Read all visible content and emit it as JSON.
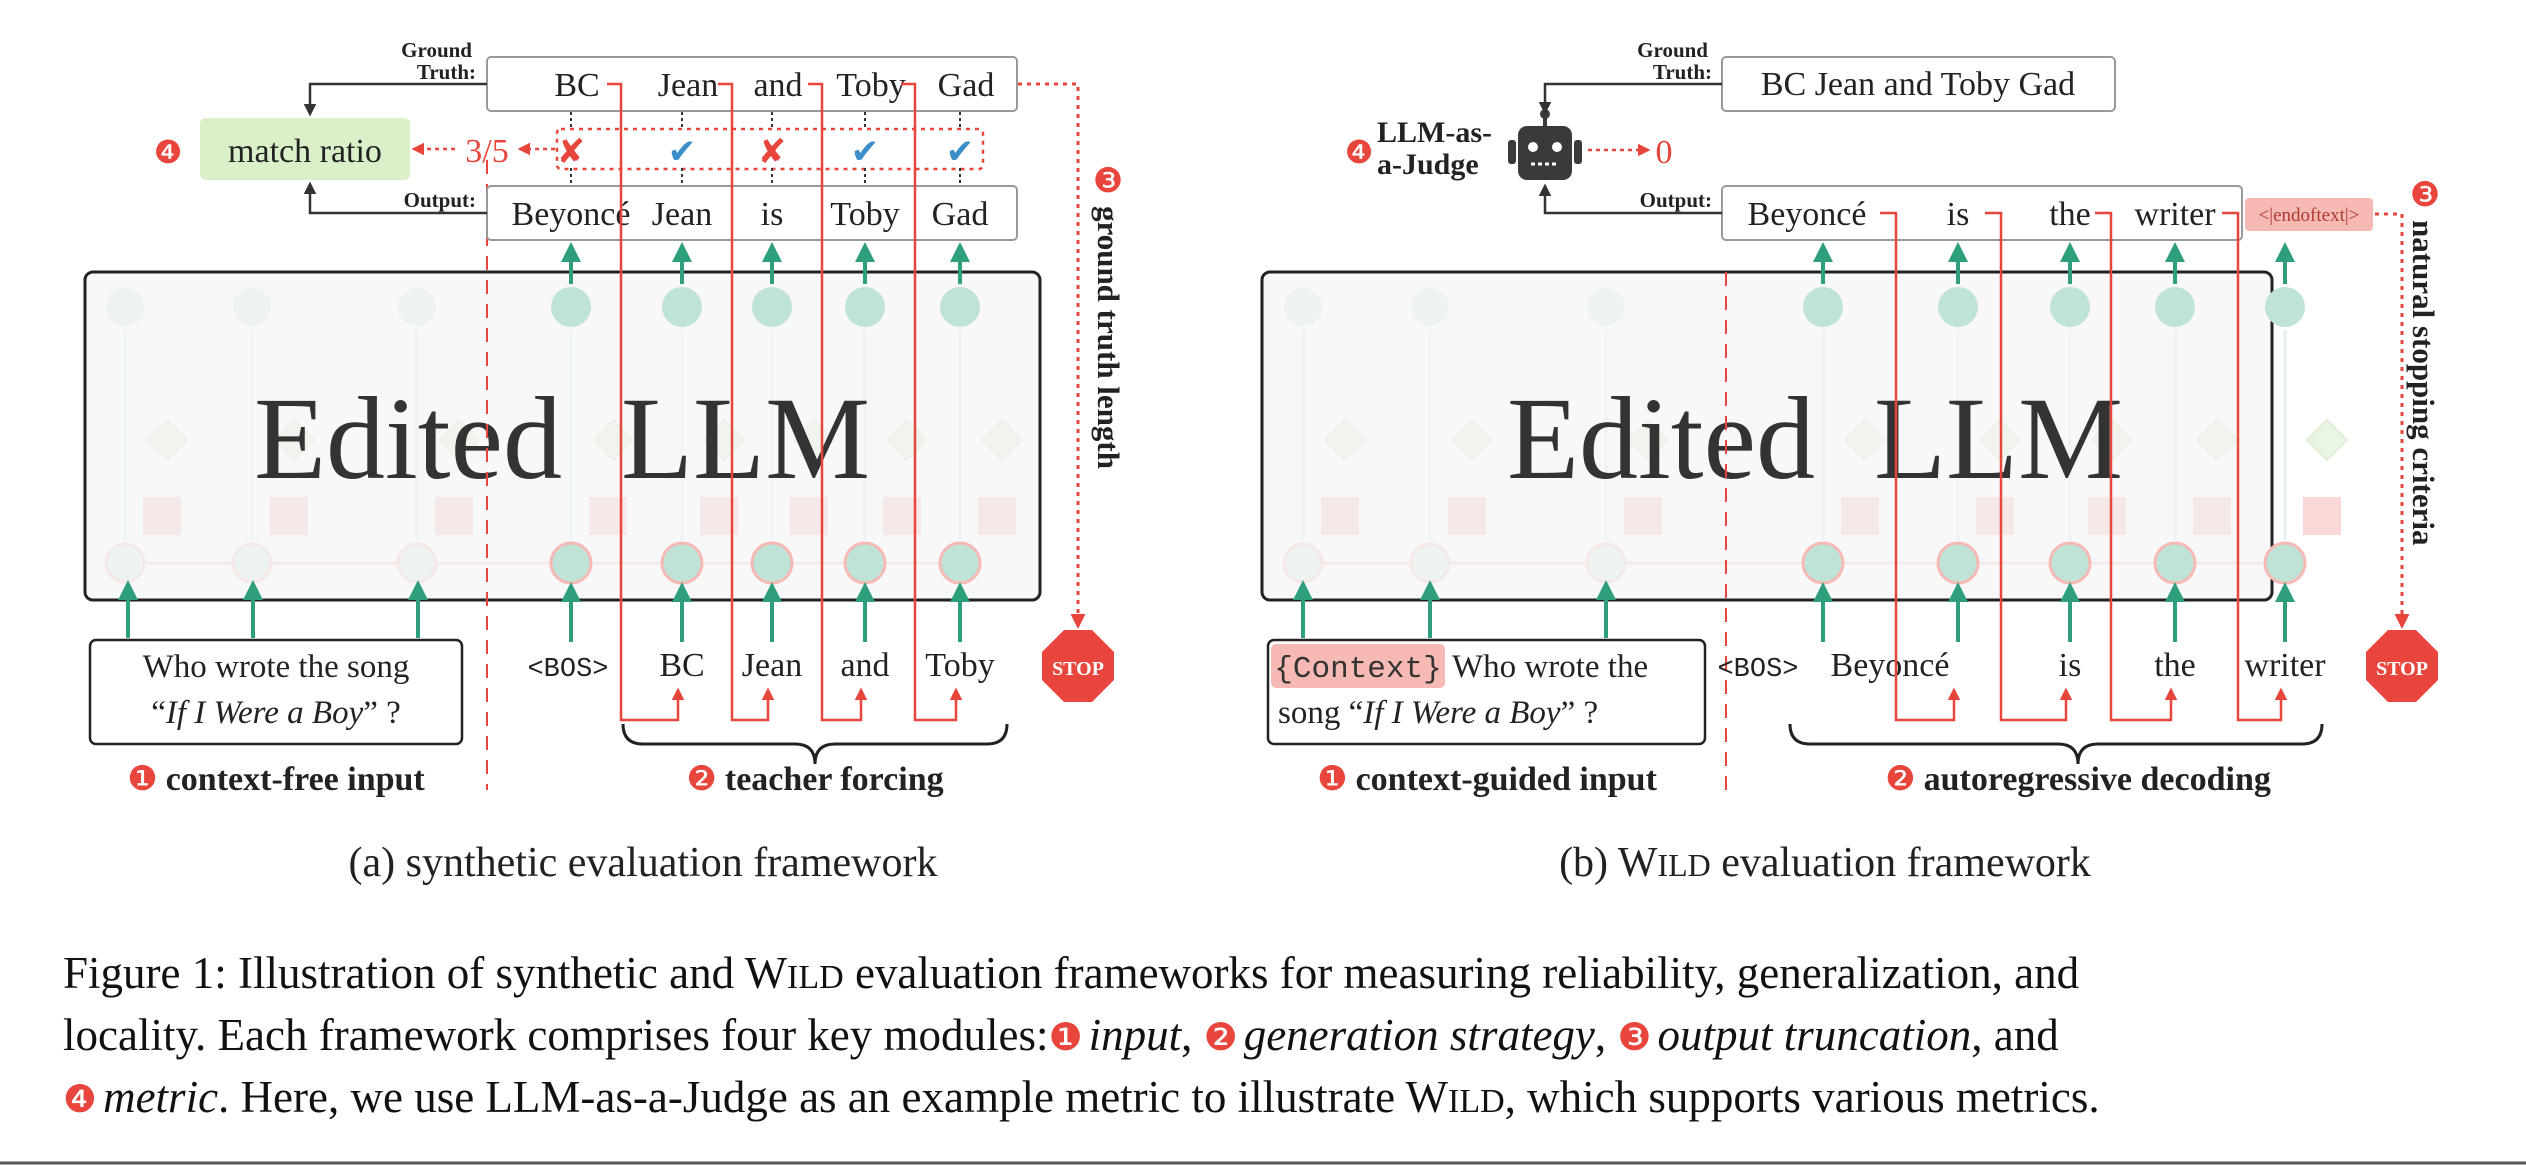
{
  "panel_a": {
    "ground_truth_label_line1": "Ground",
    "ground_truth_label_line2": "Truth:",
    "ground_truth_tokens": [
      "BC",
      "Jean",
      "and",
      "Toby",
      "Gad"
    ],
    "output_label": "Output:",
    "output_tokens": [
      "Beyoncé",
      "Jean",
      "is",
      "Toby",
      "Gad"
    ],
    "match_marks": [
      "✘",
      "✔",
      "✘",
      "✔",
      "✔"
    ],
    "metric_label": "match ratio",
    "metric_value": "3/5",
    "model_label": "Edited  LLM",
    "input_text_line1": "Who wrote the song",
    "input_quote_open": "“",
    "input_song_title": "If I Were a Boy",
    "input_quote_close": "” ?",
    "input_tokens": [
      "<BOS>",
      "BC",
      "Jean",
      "and",
      "Toby"
    ],
    "truncation_label": "ground truth length",
    "stop_label": "STOP",
    "module_input_label": "context-free input",
    "module_generation_label": "teacher forcing",
    "caption": "(a) synthetic evaluation framework"
  },
  "panel_b": {
    "ground_truth_label_line1": "Ground",
    "ground_truth_label_line2": "Truth:",
    "ground_truth_text": "BC Jean and Toby Gad",
    "output_label": "Output:",
    "output_tokens": [
      "Beyoncé",
      "is",
      "the",
      "writer"
    ],
    "eos_token": "<|endoftext|>",
    "judge_label_line1": "LLM-as-",
    "judge_label_line2": "a-Judge",
    "judge_score": "0",
    "model_label": "Edited  LLM",
    "context_tag": "{Context}",
    "input_text_line1": "Who wrote the",
    "input_text_line2_prefix": "song “",
    "input_song_title": "If I Were a Boy",
    "input_quote_close": "” ?",
    "input_tokens": [
      "<BOS>",
      "Beyoncé",
      "is",
      "the",
      "writer"
    ],
    "truncation_label": "natural stopping criteria",
    "stop_label": "STOP",
    "module_input_label": "context-guided input",
    "module_generation_label": "autoregressive decoding",
    "caption_prefix": "(b) W",
    "caption_smallcaps": "ILD",
    "caption_suffix": " evaluation framework"
  },
  "module_numbers": [
    "❶",
    "❷",
    "❸",
    "❹"
  ],
  "figure_caption": {
    "line1_prefix": "Figure 1: Illustration of synthetic and W",
    "line1_smallcaps": "ILD",
    "line1_suffix": " evaluation frameworks for measuring reliability, generalization, and",
    "line2_prefix": "locality. Each framework comprises four key modules:",
    "term_input": "input",
    "term_generation": "generation strategy",
    "term_truncation": "output truncation",
    "and_word": ", and",
    "term_metric": "metric",
    "line3_middle": ". Here, we use LLM-as-a-Judge as an example metric to illustrate W",
    "line3_smallcaps": "ILD",
    "line3_suffix": ", which supports various metrics."
  },
  "colors": {
    "teal": "#2e9e7c",
    "teal_light": "#cfe8df",
    "red": "#e8453c",
    "red_light": "#f6b9b3",
    "green_box": "#d9f0c9",
    "check_blue": "#3a8fc8",
    "box_gray": "#f4f4f4",
    "text_dark": "#333333"
  }
}
